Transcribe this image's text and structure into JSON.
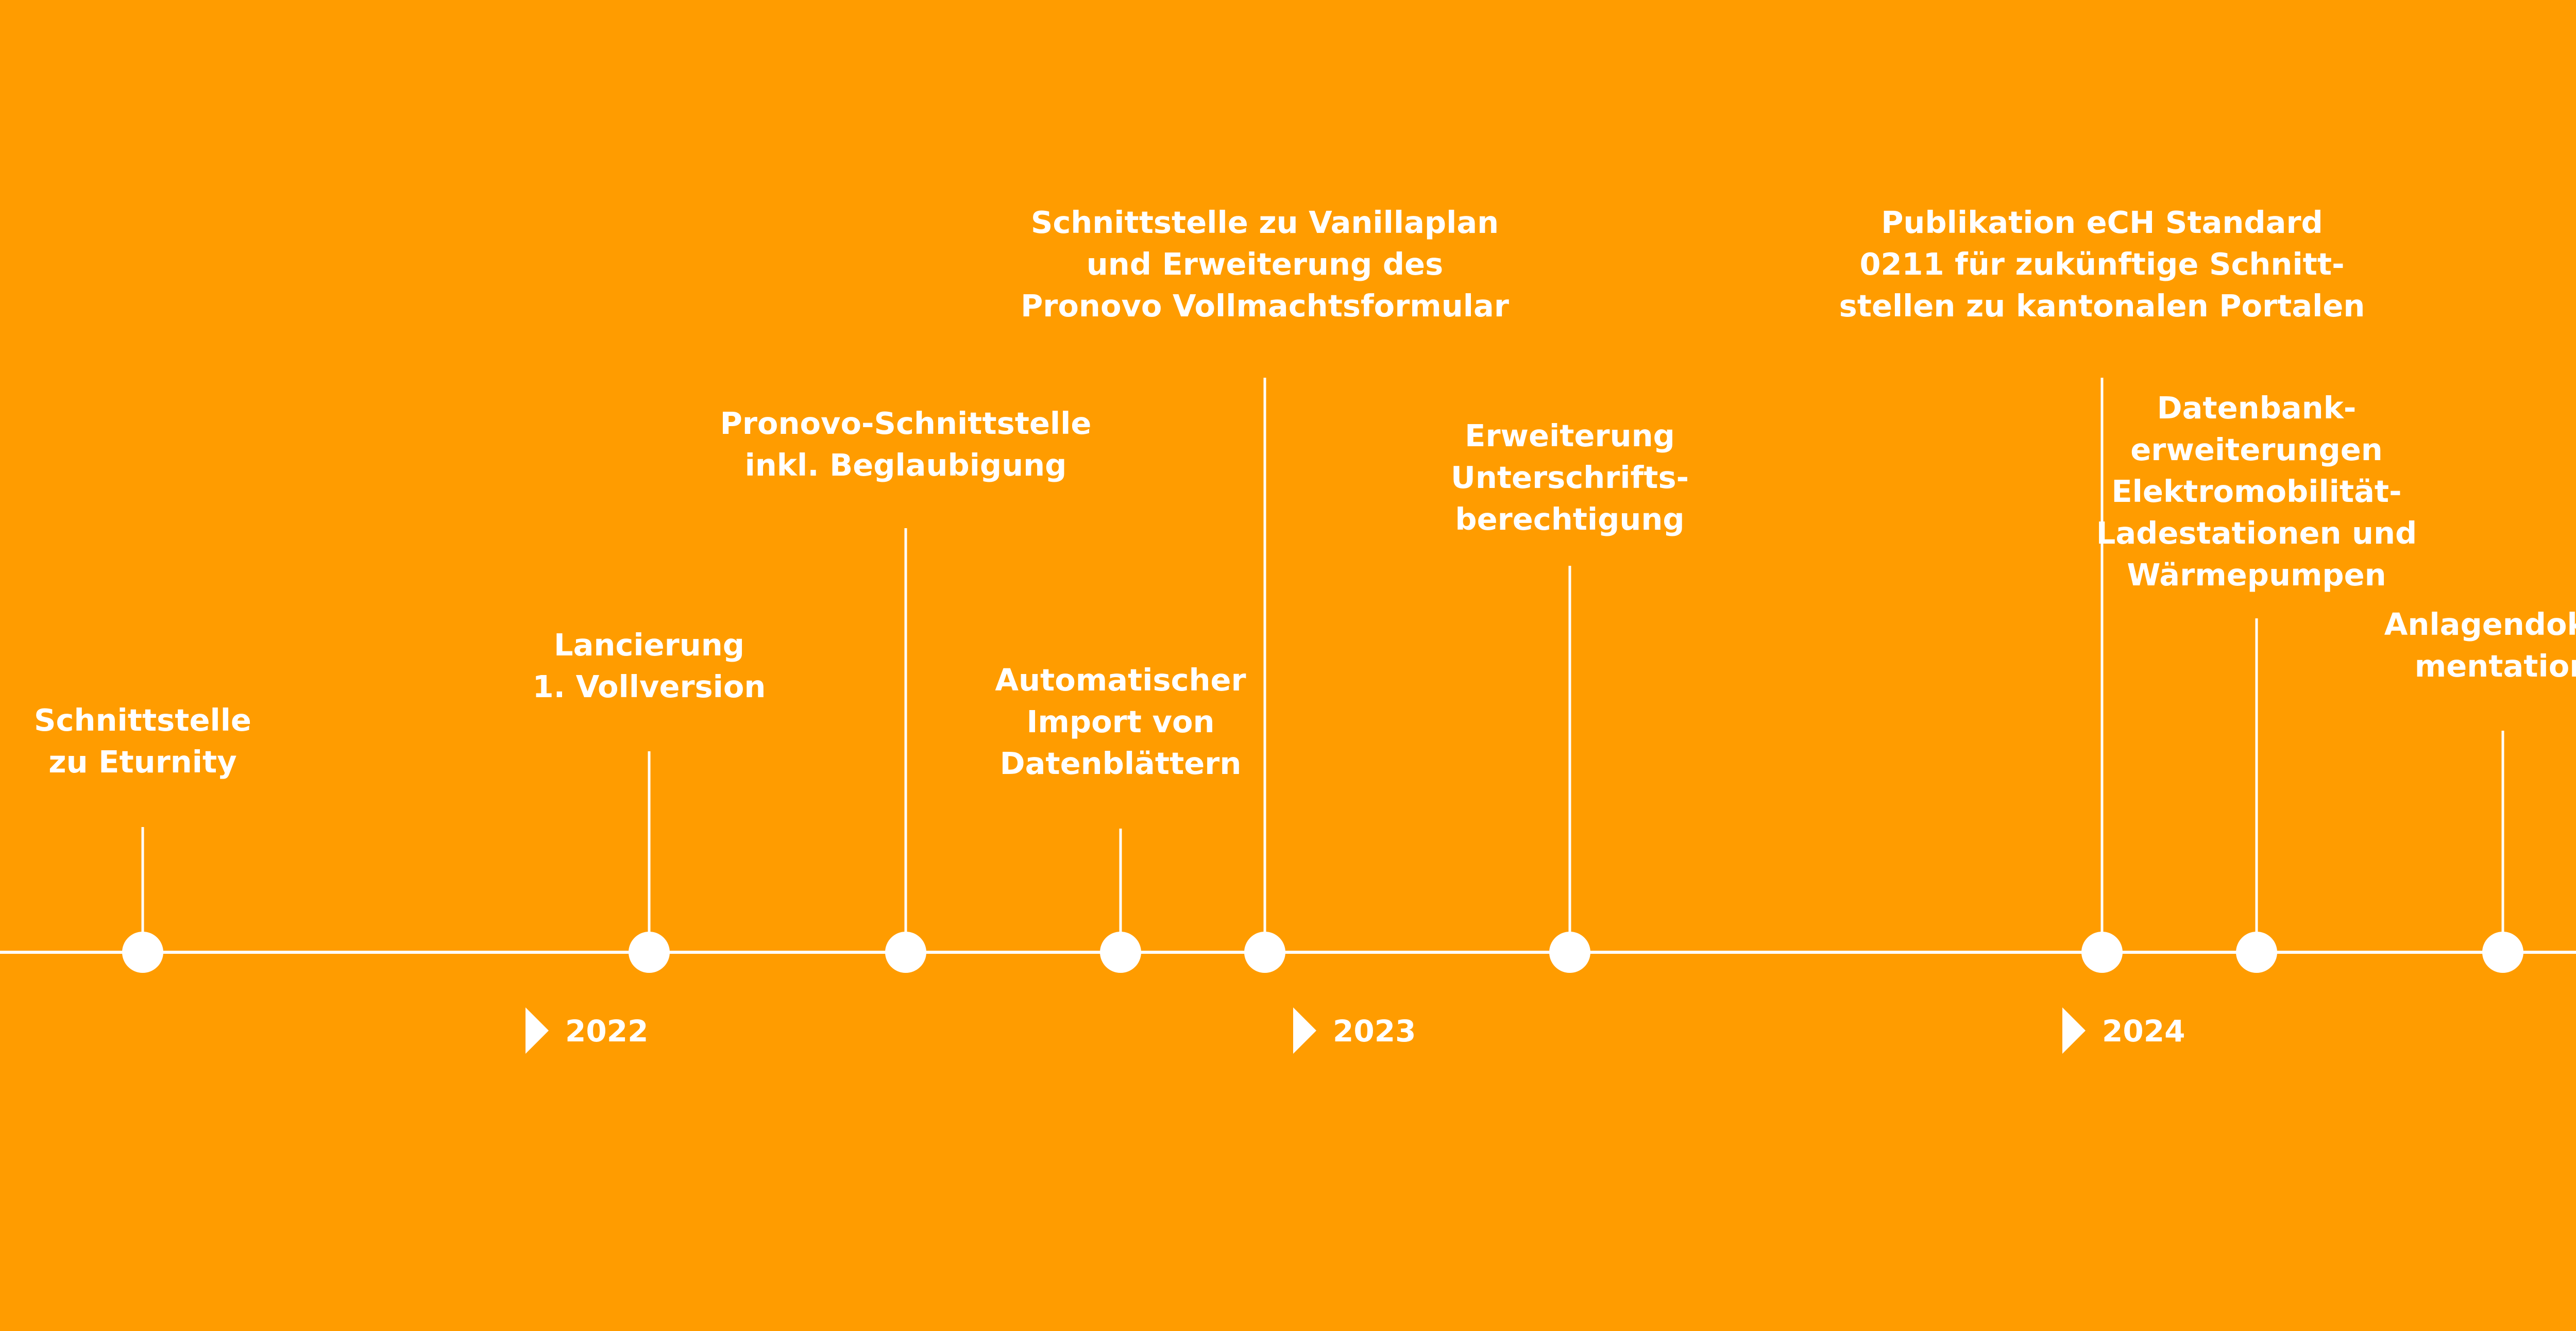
{
  "colors": {
    "background": "#FF9C00",
    "foreground": "#FFFFFF"
  },
  "events": [
    {
      "id": "eturnity",
      "lines": [
        "Schnittstelle",
        "zu Eturnity"
      ]
    },
    {
      "id": "vollversion",
      "lines": [
        "Lancierung",
        "1. Vollversion"
      ]
    },
    {
      "id": "pronovo",
      "lines": [
        "Pronovo-Schnittstelle",
        "inkl. Beglaubigung"
      ]
    },
    {
      "id": "datenblaetter",
      "lines": [
        "Automatischer",
        "Import von",
        "Datenblättern"
      ]
    },
    {
      "id": "vanillaplan",
      "lines": [
        "Schnittstelle zu Vanillaplan",
        "und Erweiterung des",
        "Pronovo Vollmachtsformular"
      ]
    },
    {
      "id": "unterschrift",
      "lines": [
        "Erweiterung",
        "Unterschrifts-",
        "berechtigung"
      ]
    },
    {
      "id": "ech-standard",
      "lines": [
        "Publikation eCH Standard",
        "0211 für zukünftige Schnitt-",
        "stellen zu kantonalen Portalen"
      ]
    },
    {
      "id": "datenbank",
      "lines": [
        "Datenbank-",
        "erweiterungen",
        "Elektromobilität-",
        "Ladestationen und",
        "Wärmepumpen"
      ]
    },
    {
      "id": "anlagen",
      "lines": [
        "Anlagendoku-",
        "mentation"
      ]
    }
  ],
  "years": [
    {
      "label": "2022"
    },
    {
      "label": "2023"
    },
    {
      "label": "2024"
    }
  ]
}
